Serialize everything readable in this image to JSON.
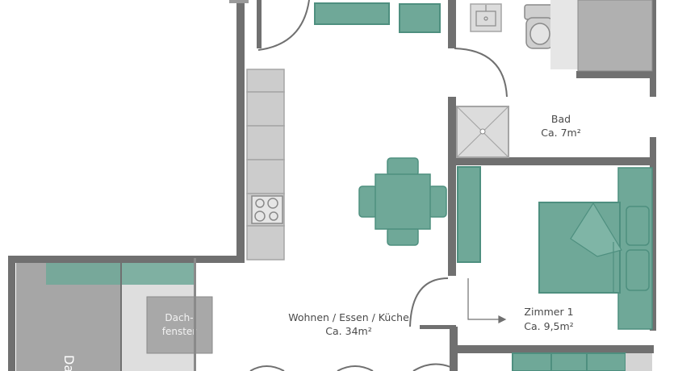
{
  "rooms": {
    "bad": {
      "name": "Bad",
      "area": "Ca. 7m²"
    },
    "zimmer1": {
      "name": "Zimmer 1",
      "area": "Ca. 9,5m²"
    },
    "wohnen": {
      "name": "Wohnen / Essen / Küche",
      "area": "Ca. 34m²"
    }
  },
  "features": {
    "dachfenster_line1": "Dach-",
    "dachfenster_line2": "fenster",
    "partial_label": "Dac"
  },
  "colors": {
    "wall": "#707070",
    "furniture_green": "#6fa898",
    "furniture_green_dark": "#4e8f7f",
    "fixture_grey": "#cccccc",
    "slope_grey": "#9e9e9e",
    "slope_light": "#dcdcdc",
    "text": "#4a4a4a"
  }
}
